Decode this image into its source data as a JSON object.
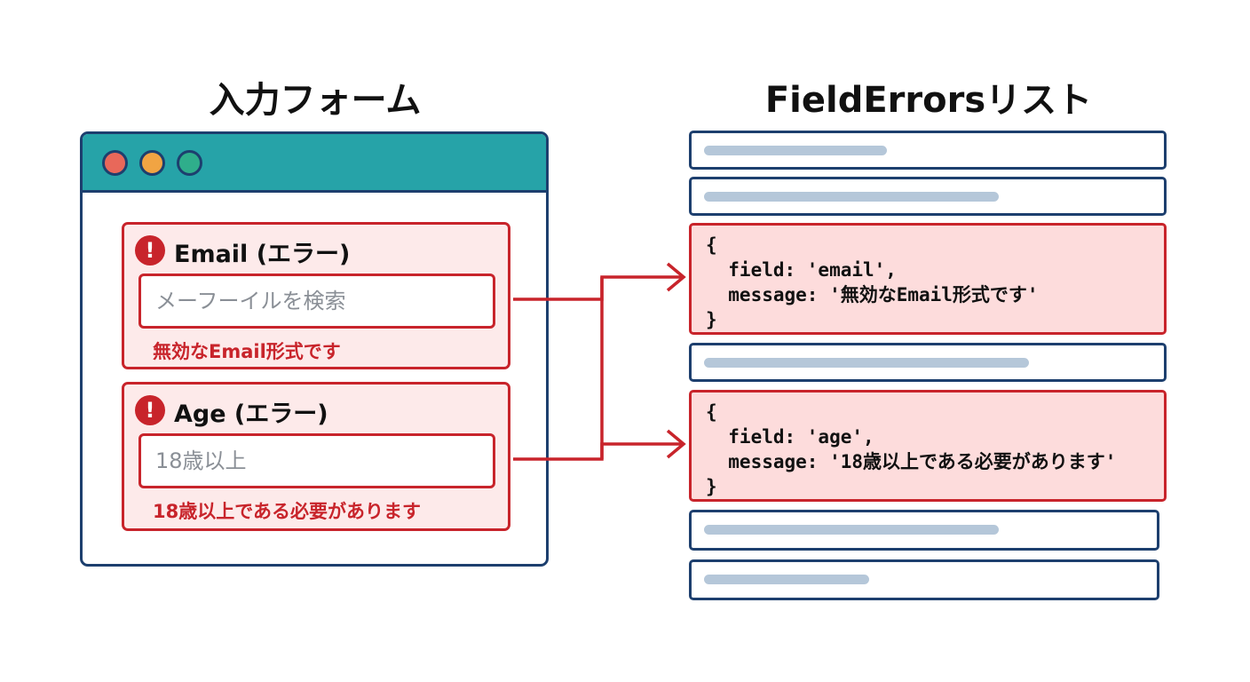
{
  "titles": {
    "left": "入力フォーム",
    "right": "FieldErrorsリスト"
  },
  "window": {
    "dot_colors": [
      "#e8685a",
      "#f1a443",
      "#2fae8b"
    ]
  },
  "form": {
    "fields": [
      {
        "label": "Email (エラー)",
        "placeholder": "メーフーイルを検索",
        "error": "無効なEmail形式です"
      },
      {
        "label": "Age (エラー)",
        "placeholder": "18歳以上",
        "error": "18歳以上である必要があります"
      }
    ]
  },
  "error_list": {
    "entries": [
      {
        "open": "{",
        "field_line": "  field: 'email',",
        "message_line": "  message: '無効なEmail形式です'",
        "close": "}"
      },
      {
        "open": "{",
        "field_line": "  field: 'age',",
        "message_line": "  message: '18歳以上である必要があります'",
        "close": "}"
      }
    ]
  },
  "colors": {
    "error": "#c8242b",
    "error_bg": "#fdeaea",
    "border": "#1d3f6e",
    "titlebar": "#26a3a8",
    "placeholder_bar": "#b5c7d9"
  },
  "icons": {
    "error": "exclamation-circle-icon"
  }
}
